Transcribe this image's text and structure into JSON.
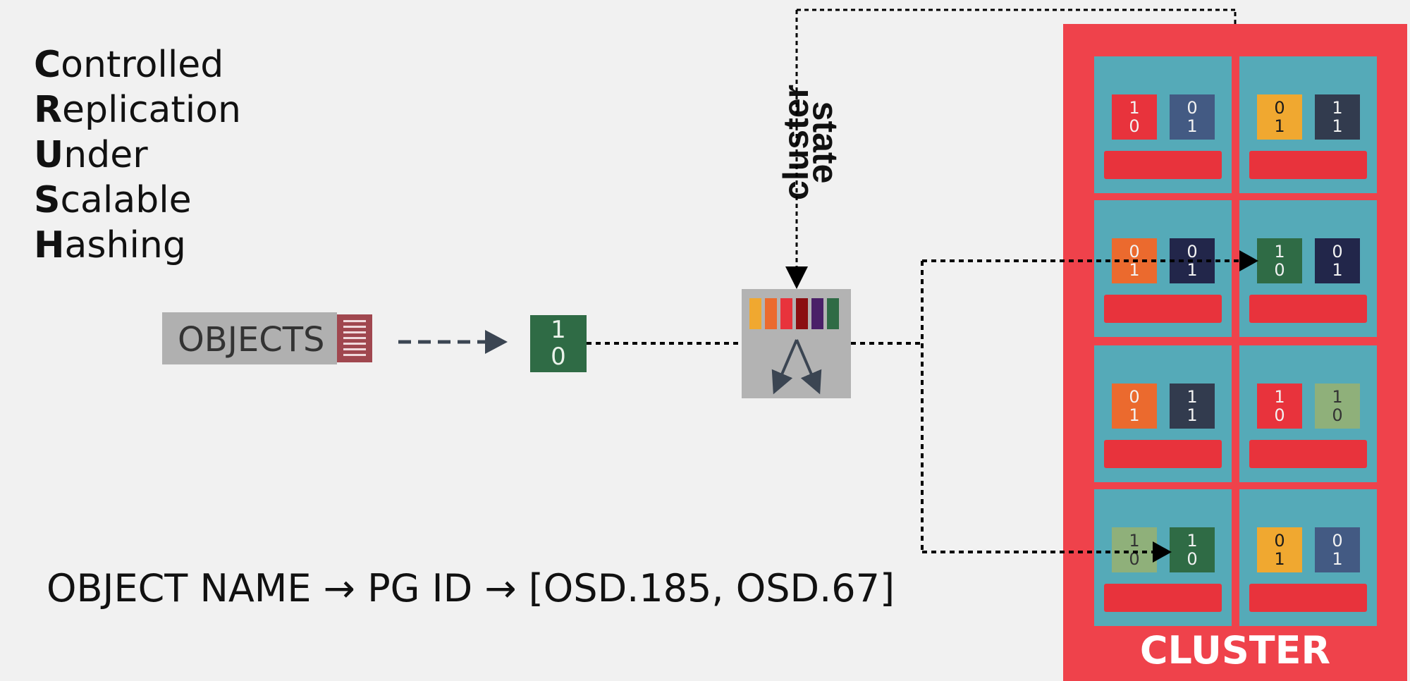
{
  "acronym": [
    {
      "initial": "C",
      "rest": "ontrolled"
    },
    {
      "initial": "R",
      "rest": "eplication"
    },
    {
      "initial": "U",
      "rest": "nder"
    },
    {
      "initial": "S",
      "rest": "calable"
    },
    {
      "initial": "H",
      "rest": "ashing"
    }
  ],
  "objects": {
    "label": "OBJECTS"
  },
  "placement_group": {
    "top": "1",
    "bottom": "0"
  },
  "cluster_state": {
    "line1": "cluster",
    "line2": "state"
  },
  "crush_bar_colors": [
    "#f0a830",
    "#eb6a2e",
    "#e8333c",
    "#8b0f12",
    "#4a2068",
    "#2f6b45"
  ],
  "formula": "OBJECT NAME → PG ID → [OSD.185, OSD.67]",
  "cluster": {
    "label": "CLUSTER",
    "nodes": [
      {
        "chips": [
          {
            "top": "1",
            "bottom": "0",
            "color": "#e8333c"
          },
          {
            "top": "0",
            "bottom": "1",
            "color": "#435a83"
          }
        ]
      },
      {
        "chips": [
          {
            "top": "0",
            "bottom": "1",
            "color": "#f0a830",
            "text": "#1a1a1a"
          },
          {
            "top": "1",
            "bottom": "1",
            "color": "#323b4e"
          }
        ]
      },
      {
        "chips": [
          {
            "top": "0",
            "bottom": "1",
            "color": "#eb6a2e"
          },
          {
            "top": "0",
            "bottom": "1",
            "color": "#22264a"
          }
        ]
      },
      {
        "chips": [
          {
            "top": "1",
            "bottom": "0",
            "color": "#2f6b45"
          },
          {
            "top": "0",
            "bottom": "1",
            "color": "#22264a"
          }
        ]
      },
      {
        "chips": [
          {
            "top": "0",
            "bottom": "1",
            "color": "#eb6a2e"
          },
          {
            "top": "1",
            "bottom": "1",
            "color": "#323b4e"
          }
        ]
      },
      {
        "chips": [
          {
            "top": "1",
            "bottom": "0",
            "color": "#e8333c"
          },
          {
            "top": "1",
            "bottom": "0",
            "color": "#8fb07a",
            "text": "#333333"
          }
        ]
      },
      {
        "chips": [
          {
            "top": "1",
            "bottom": "0",
            "color": "#8fb07a",
            "text": "#333333"
          },
          {
            "top": "1",
            "bottom": "0",
            "color": "#2f6b45"
          }
        ]
      },
      {
        "chips": [
          {
            "top": "0",
            "bottom": "1",
            "color": "#f0a830",
            "text": "#1a1a1a"
          },
          {
            "top": "0",
            "bottom": "1",
            "color": "#435a83"
          }
        ]
      }
    ]
  }
}
